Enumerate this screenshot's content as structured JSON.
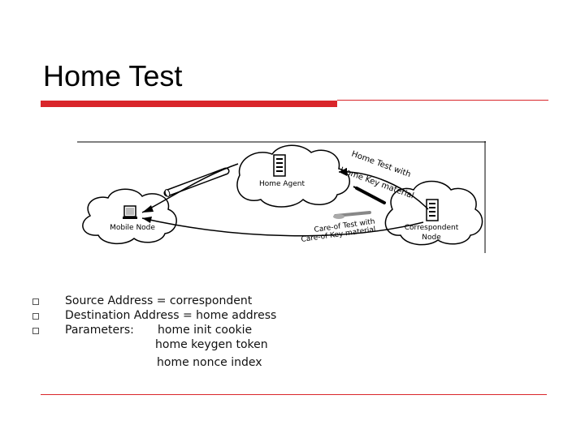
{
  "slide": {
    "title": "Home Test"
  },
  "diagram": {
    "nodes": {
      "home_agent": "Home Agent",
      "mobile_node": "Mobile Node",
      "correspondent_line1": "Correspondent",
      "correspondent_line2": "Node"
    },
    "messages": {
      "home_test_line1": "Home Test with",
      "home_test_line2": "Home Key material",
      "coa_test_line1": "Care-of Test with",
      "coa_test_line2": "Care-of Key material"
    }
  },
  "body": {
    "line1": "Source Address = correspondent",
    "line2": "Destination Address = home address",
    "line3_label": "Parameters:",
    "line3_value": "home init cookie",
    "line4": "home keygen token",
    "line5": "home nonce index"
  }
}
